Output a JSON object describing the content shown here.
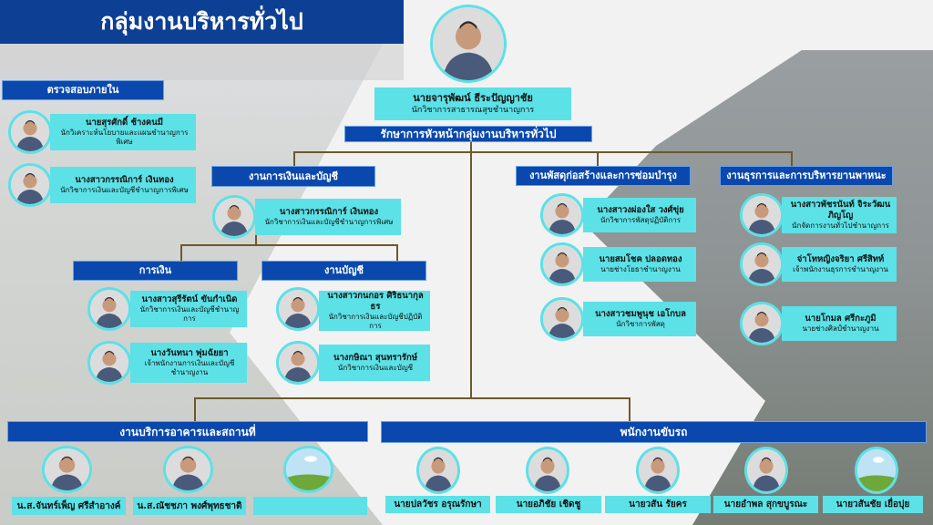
{
  "title": "กลุ่มงานบริหารทั่วไป",
  "colors": {
    "title_bar": "#0d3f94",
    "header": "#0a48ad",
    "name_box": "#5ce1e6",
    "connector": "#6b5a2a"
  },
  "head": {
    "name": "นายจารุพัฒน์ ธีระปัญญาชัย",
    "position": "นักวิชาการสาธารณสุขชำนาญการ",
    "acting": "รักษาการหัวหน้ากลุ่มงานบริหารทั่วไป"
  },
  "sections": [
    {
      "title": "ตรวจสอบภายใน",
      "members": [
        {
          "name": "นายสุรศักดิ์ ช้างคนมี",
          "position": "นักวิเคราะห์นโยบายและแผนชำนาญการพิเศษ"
        },
        {
          "name": "นางสาวกรรณิการ์ เงินทอง",
          "position": "นักวิชาการเงินและบัญชีชำนาญการพิเศษ"
        }
      ]
    },
    {
      "title": "งานการเงินและบัญชี",
      "members": [
        {
          "name": "นางสาวกรรณิการ์ เงินทอง",
          "position": "นักวิชาการเงินและบัญชีชำนาญการพิเศษ"
        }
      ]
    },
    {
      "title": "การเงิน",
      "members": [
        {
          "name": "นางสาวสุรีรัตน์ ขันกำเนิด",
          "position": "นักวิชาการเงินและบัญชีชำนาญการ"
        },
        {
          "name": "นางวันทนา พุ่มฉัยยา",
          "position": "เจ้าพนักงานการเงินและบัญชี ชำนาญงาน"
        }
      ]
    },
    {
      "title": "งานบัญชี",
      "members": [
        {
          "name": "นางสาวกนกอร ศิริธนากุลธร",
          "position": "นักวิชาการเงินและบัญชีปฏิบัติการ"
        },
        {
          "name": "นางกษิณา สุนทรารักษ์",
          "position": "นักวิชาการเงินและบัญชี"
        }
      ]
    },
    {
      "title": "งานพัสดุก่อสร้างและการซ่อมบำรุง",
      "members": [
        {
          "name": "นางสาวงผ่องใส วงศ์ขุ่ย",
          "position": "นักวิชาการพัสดุปฏิบัติการ"
        },
        {
          "name": "นายสมโชค ปลอดทอง",
          "position": "นายช่างโยธาชำนาญงาน"
        },
        {
          "name": "นางสาวชมพูนุช เอโกบล",
          "position": "นักวิชาการพัสดุ"
        }
      ]
    },
    {
      "title": "งานธุรการและการบริหารยานพาหนะ",
      "members": [
        {
          "name": "นางสาวพัชรนันท์ จิระวัฒนภิญโญ",
          "position": "นักจัดการงานทั่วไปชำนาญการ"
        },
        {
          "name": "จ่าโทหญิงจริยา ศรีสิทท์",
          "position": "เจ้าพนักงานธุรการชำนาญงาน"
        },
        {
          "name": "นายโกมล ศรีกะภูมิ",
          "position": "นายช่างศิลป์ชำนาญงาน"
        }
      ]
    },
    {
      "title": "งานบริการอาคารและสถานที่",
      "members": [
        {
          "name": "น.ส.จันทร์เพ็ญ ศรีสำอางค์"
        },
        {
          "name": "น.ส.ณัชชภา พงศ์พุทธชาติ"
        },
        {
          "name": "",
          "placeholder": true
        }
      ]
    },
    {
      "title": "พนักงานขับรถ",
      "members": [
        {
          "name": "นายปลวัชร อรุณรักษา"
        },
        {
          "name": "นายอภิชัย เชิดชู"
        },
        {
          "name": "นายวสัน รัยคร"
        },
        {
          "name": "นายอำพล สุกขบูรณะ"
        },
        {
          "name": "นายวสันชัย เยื่อปุย",
          "placeholder": true
        }
      ]
    }
  ]
}
